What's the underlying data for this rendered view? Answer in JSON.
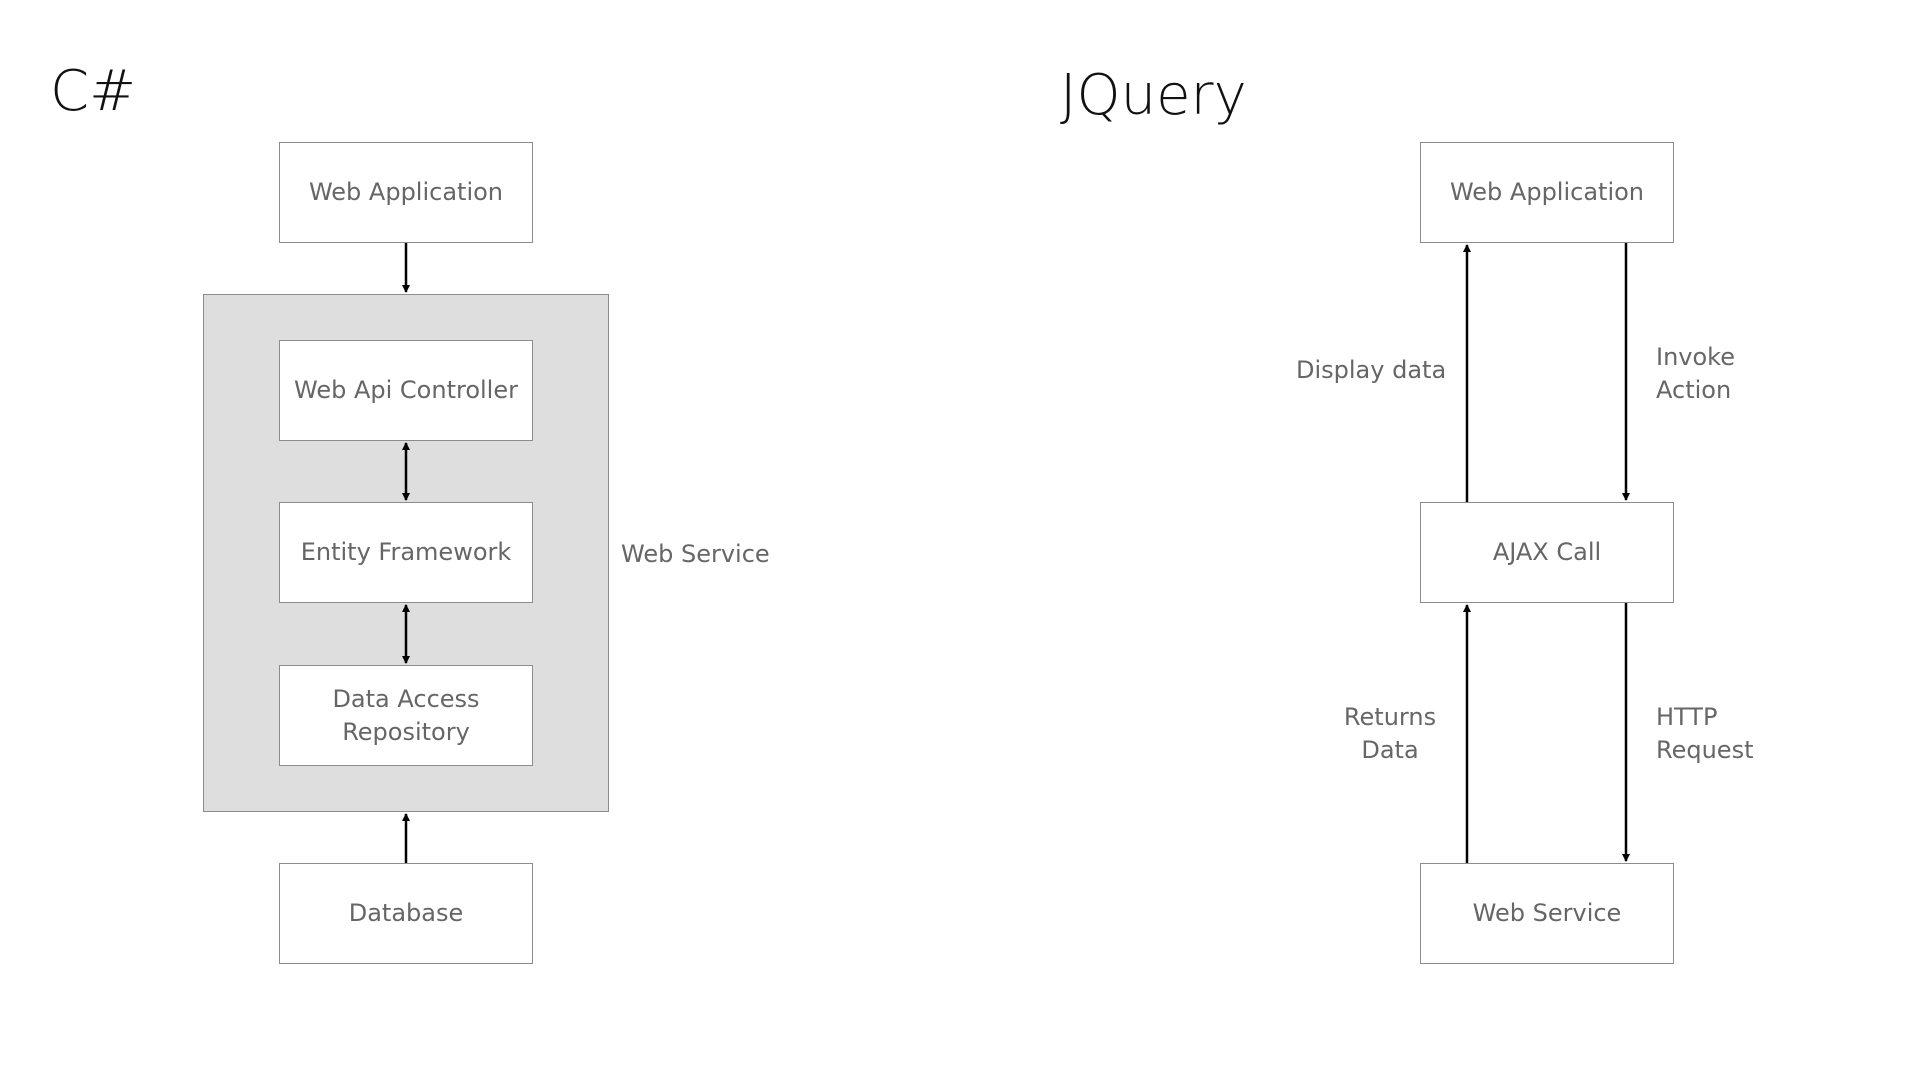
{
  "csharp": {
    "title": "C#",
    "web_application": "Web Application",
    "web_api_controller": "Web Api Controller",
    "entity_framework": "Entity Framework",
    "data_access_repository": "Data Access\nRepository",
    "database": "Database",
    "web_service_label": "Web Service"
  },
  "jquery": {
    "title": "JQuery",
    "web_application": "Web Application",
    "ajax_call": "AJAX Call",
    "web_service": "Web Service",
    "display_data": "Display data",
    "invoke_action": "Invoke\nAction",
    "returns_data": "Returns\nData",
    "http_request": "HTTP\nRequest"
  },
  "colors": {
    "line": "#000000",
    "box_border": "#8c8c8c",
    "group_fill": "#dedede",
    "text": "#666666",
    "heading": "#111111"
  }
}
